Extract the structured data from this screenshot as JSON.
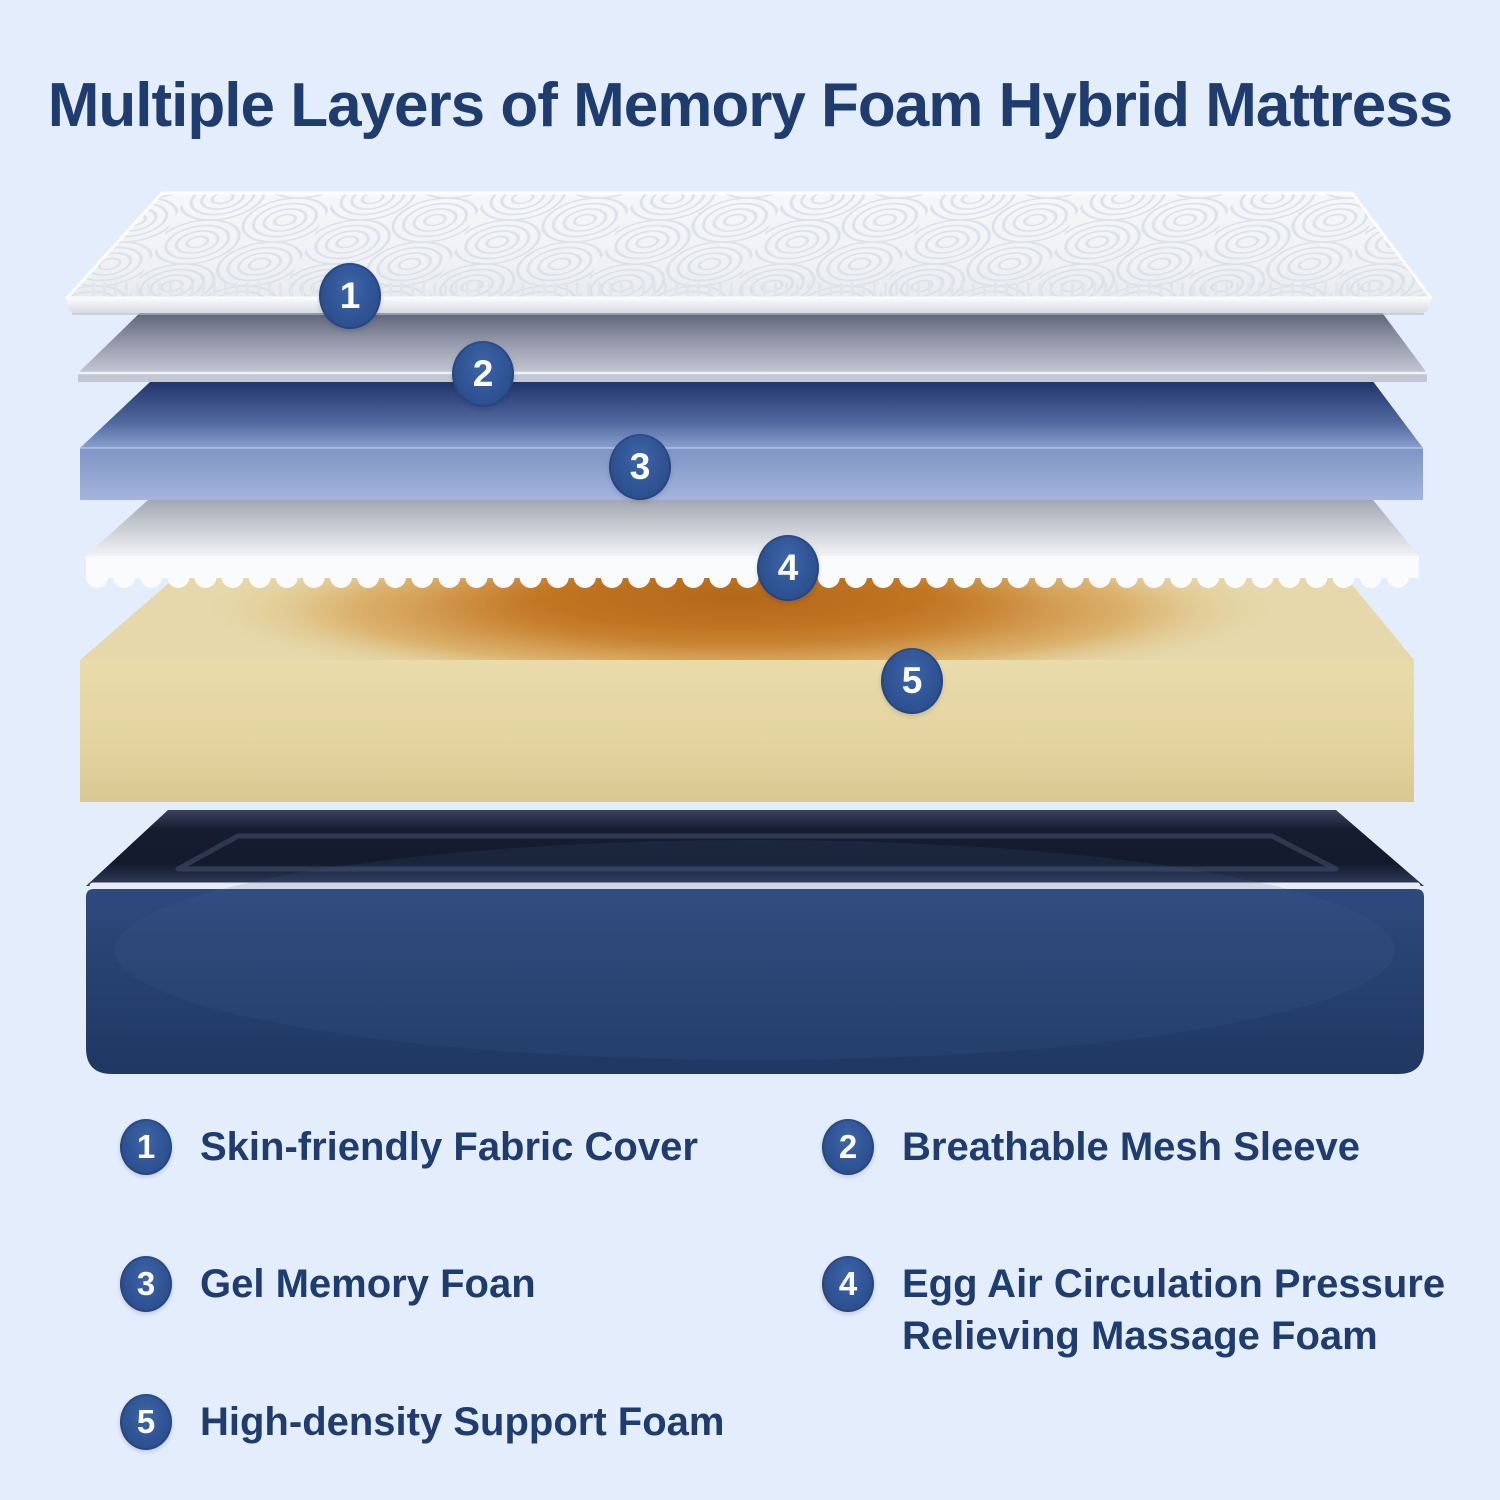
{
  "title": {
    "text": "Multiple Layers of Memory Foam Hybrid Mattress"
  },
  "colors": {
    "background": "#e3edfb",
    "heading_text": "#1e3c6e",
    "badge_fill": "#2f5394",
    "badge_text": "#ffffff",
    "layer1_fabric_cover": "#f2f3f6",
    "layer2_mesh_sleeve": "#c6cad5",
    "layer3_gel_foam_top": "#1d3066",
    "layer3_gel_foam_front": "#8aa0cf",
    "layer4_egg_foam": "#fafbfc",
    "layer5_glow": "#c0741f",
    "layer5_support_foam": "#e6d8aa",
    "base_fabric": "#27416f",
    "base_piping": "#e9ecf2"
  },
  "diagram": {
    "badges": [
      {
        "number": "1"
      },
      {
        "number": "2"
      },
      {
        "number": "3"
      },
      {
        "number": "4"
      },
      {
        "number": "5"
      }
    ]
  },
  "legend": {
    "items": [
      {
        "number": "1",
        "label": "Skin-friendly Fabric Cover"
      },
      {
        "number": "2",
        "label": "Breathable Mesh Sleeve"
      },
      {
        "number": "3",
        "label": "Gel Memory Foan"
      },
      {
        "number": "4",
        "label": "Egg Air Circulation Pressure Relieving Massage Foam"
      },
      {
        "number": "5",
        "label": "High-density Support Foam"
      }
    ]
  }
}
